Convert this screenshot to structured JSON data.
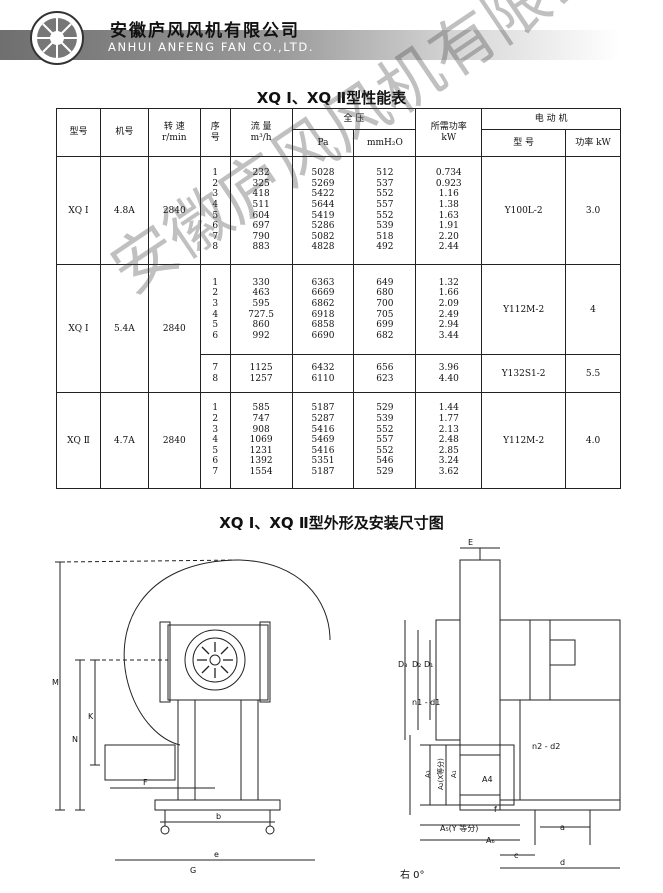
{
  "header": {
    "company_cn": "安徽庐风风机有限公司",
    "company_en": "ANHUI ANFENG FAN CO.,LTD."
  },
  "performance_title": "XQ Ⅰ、XQ Ⅱ型性能表",
  "drawing_title": "XQ Ⅰ、XQ Ⅱ型外形及安装尺寸图",
  "table": {
    "headers": {
      "model": "型号",
      "machine_no": "机号",
      "speed": "转 速",
      "speed_unit": "r/min",
      "seq": "序号",
      "flow": "流 量",
      "flow_unit": "m³/h",
      "pressure": "全 压",
      "pressure_pa": "Pa",
      "pressure_mmh2o": "mmH₂O",
      "power": "所需功率",
      "power_unit": "kW",
      "motor": "电 动 机",
      "motor_model": "型 号",
      "motor_power": "功率 kW"
    },
    "groups": [
      {
        "model": "XQ Ⅰ",
        "machine_no": "4.8A",
        "speed": "2840",
        "seq": "1\n2\n3\n4\n5\n6\n7\n8",
        "flow": "232\n325\n418\n511\n604\n697\n790\n883",
        "pa": "5028\n5269\n5422\n5644\n5419\n5286\n5082\n4828",
        "mm": "512\n537\n552\n557\n552\n539\n518\n492",
        "kw": "0.734\n0.923\n1.16\n1.38\n1.63\n1.91\n2.20\n2.44",
        "motor_model": "Y100L-2",
        "motor_power": "3.0"
      },
      {
        "model": "XQ Ⅰ",
        "machine_no": "5.4A",
        "speed": "2840",
        "seq": "1\n2\n3\n4\n5\n6",
        "flow": "330\n463\n595\n727.5\n860\n992",
        "pa": "6363\n6669\n6862\n6918\n6858\n6690",
        "mm": "649\n680\n700\n705\n699\n682",
        "kw": "1.32\n1.66\n2.09\n2.49\n2.94\n3.44",
        "motor_model": "Y112M-2",
        "motor_power": "4",
        "sub_seq": "7\n8",
        "sub_flow": "1125\n1257",
        "sub_pa": "6432\n6110",
        "sub_mm": "656\n623",
        "sub_kw": "3.96\n4.40",
        "sub_motor_model": "Y132S1-2",
        "sub_motor_power": "5.5"
      },
      {
        "model": "XQ Ⅱ",
        "machine_no": "4.7A",
        "speed": "2840",
        "seq": "1\n2\n3\n4\n5\n6\n7",
        "flow": "585\n747\n908\n1069\n1231\n1392\n1554",
        "pa": "5187\n5287\n5416\n5469\n5416\n5351\n5187",
        "mm": "529\n539\n552\n557\n552\n546\n529",
        "kw": "1.44\n1.77\n2.13\n2.48\n2.85\n3.24\n3.62",
        "motor_model": "Y112M-2",
        "motor_power": "4.0"
      }
    ]
  },
  "watermark": "安徽庐风风机有限公司",
  "dims_left": {
    "M": "M",
    "K": "K",
    "N": "N",
    "F": "F",
    "b": "b",
    "e": "e",
    "G": "G"
  },
  "dims_right": {
    "E": "E",
    "D1": "D₁",
    "D2": "D₂",
    "D3": "D₃",
    "n1d1": "n1 - d1",
    "n2d2": "n2 - d2",
    "A1": "A₁",
    "A2": "A₂(X等分)",
    "A3": "A₃",
    "A4": "A4",
    "A5": "A₅(Y 等分)",
    "A6": "A₆",
    "f": "f",
    "a": "a",
    "c": "c",
    "d": "d"
  },
  "footer_note": "右  0°"
}
